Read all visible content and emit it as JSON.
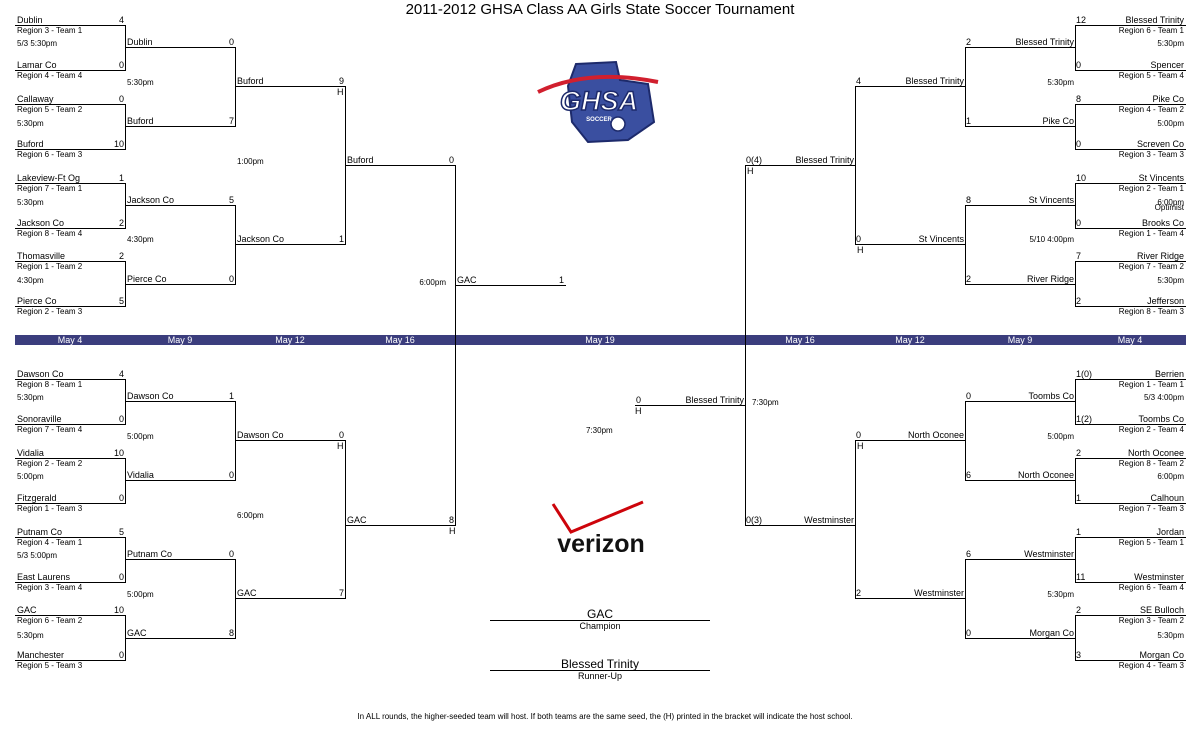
{
  "title": "2011-2012 GHSA Class AA Girls State Soccer Tournament",
  "dates": {
    "left": [
      "May 4",
      "May 9",
      "May 12",
      "May 16"
    ],
    "center": "May 19",
    "right": [
      "May 16",
      "May 12",
      "May 9",
      "May 4"
    ]
  },
  "logos": {
    "ghsa": "GHSA",
    "ghsa_sub": "SOCCER",
    "verizon": "verizon"
  },
  "results": {
    "champion": "GAC",
    "champion_label": "Champion",
    "runner_up": "Blessed Trinity",
    "runner_up_label": "Runner-Up"
  },
  "footer": "In ALL rounds, the higher-seeded team will host.  If both teams are the same seed, the (H) printed in the bracket will indicate the host school.",
  "host_mark": "H",
  "top_left": {
    "r1": [
      {
        "team": "Dublin",
        "seed": "Region 3 - Team 1",
        "score": "4"
      },
      {
        "team": "Lamar Co",
        "seed": "Region 4 - Team 4",
        "score": "0"
      },
      {
        "team": "Callaway",
        "seed": "Region 5 - Team 2",
        "score": "0"
      },
      {
        "team": "Buford",
        "seed": "Region 6 - Team 3",
        "score": "10"
      },
      {
        "team": "Lakeview-Ft Og",
        "seed": "Region 7 - Team 1",
        "score": "1"
      },
      {
        "team": "Jackson Co",
        "seed": "Region 8 - Team 4",
        "score": "2"
      },
      {
        "team": "Thomasville",
        "seed": "Region 1 - Team 2",
        "score": "2"
      },
      {
        "team": "Pierce Co",
        "seed": "Region 2 - Team 3",
        "score": "5"
      }
    ],
    "r1_times": [
      "5/3 5:30pm",
      "5:30pm",
      "5:30pm",
      "4:30pm"
    ],
    "r2": [
      {
        "team": "Dublin",
        "score": "0"
      },
      {
        "team": "Buford",
        "score": "7"
      },
      {
        "team": "Jackson Co",
        "score": "5"
      },
      {
        "team": "Pierce Co",
        "score": "0"
      }
    ],
    "r2_times": [
      "5:30pm",
      "4:30pm"
    ],
    "r3": [
      {
        "team": "Buford",
        "score": "9"
      },
      {
        "team": "Jackson Co",
        "score": "1"
      }
    ],
    "r3_time": "1:00pm",
    "r4": {
      "team": "Buford",
      "score": "0"
    }
  },
  "bottom_left": {
    "r1": [
      {
        "team": "Dawson Co",
        "seed": "Region 8 - Team 1",
        "score": "4"
      },
      {
        "team": "Sonoraville",
        "seed": "Region 7 - Team 4",
        "score": "0"
      },
      {
        "team": "Vidalia",
        "seed": "Region 2 - Team 2",
        "score": "10"
      },
      {
        "team": "Fitzgerald",
        "seed": "Region 1 - Team 3",
        "score": "0"
      },
      {
        "team": "Putnam Co",
        "seed": "Region 4 - Team 1",
        "score": "5"
      },
      {
        "team": "East Laurens",
        "seed": "Region 3 - Team 4",
        "score": "0"
      },
      {
        "team": "GAC",
        "seed": "Region 6 - Team 2",
        "score": "10"
      },
      {
        "team": "Manchester",
        "seed": "Region 5 - Team 3",
        "score": "0"
      }
    ],
    "r1_times": [
      "5:30pm",
      "5:00pm",
      "5/3 5:00pm",
      "5:30pm"
    ],
    "r2": [
      {
        "team": "Dawson Co",
        "score": "1"
      },
      {
        "team": "Vidalia",
        "score": "0"
      },
      {
        "team": "Putnam Co",
        "score": "0"
      },
      {
        "team": "GAC",
        "score": "8"
      }
    ],
    "r2_times": [
      "5:00pm",
      "5:00pm"
    ],
    "r3": [
      {
        "team": "Dawson Co",
        "score": "0"
      },
      {
        "team": "GAC",
        "score": "7"
      }
    ],
    "r3_time": "6:00pm",
    "r4": {
      "team": "GAC",
      "score": "8"
    }
  },
  "top_right": {
    "r1": [
      {
        "team": "Blessed Trinity",
        "seed": "Region 6 - Team 1",
        "score": "12"
      },
      {
        "team": "Spencer",
        "seed": "Region 5 - Team 4",
        "score": "0"
      },
      {
        "team": "Pike Co",
        "seed": "Region 4 - Team 2",
        "score": "8"
      },
      {
        "team": "Screven Co",
        "seed": "Region 3 - Team 3",
        "score": "0"
      },
      {
        "team": "St Vincents",
        "seed": "Region 2 - Team 1",
        "score": "10"
      },
      {
        "team": "Brooks Co",
        "seed": "Region 1 - Team 4",
        "score": "0"
      },
      {
        "team": "River Ridge",
        "seed": "Region 7 - Team 2",
        "score": "7"
      },
      {
        "team": "Jefferson",
        "seed": "Region 8 - Team 3",
        "score": "2"
      }
    ],
    "r1_times": [
      "5:30pm",
      "5:00pm",
      "6:00pm",
      "5:30pm"
    ],
    "optimist": "Optimist",
    "r2": [
      {
        "team": "Blessed Trinity",
        "score": "2"
      },
      {
        "team": "Pike Co",
        "score": "1"
      },
      {
        "team": "St Vincents",
        "score": "8"
      },
      {
        "team": "River Ridge",
        "score": "2"
      }
    ],
    "r2_times": [
      "5:30pm",
      "5/10 4:00pm"
    ],
    "r3": [
      {
        "team": "Blessed Trinity",
        "score": "4"
      },
      {
        "team": "St Vincents",
        "score": "0"
      }
    ],
    "r4": {
      "team": "Blessed Trinity",
      "score": "0(4)"
    }
  },
  "bottom_right": {
    "r1": [
      {
        "team": "Berrien",
        "seed": "Region 1 - Team 1",
        "score": "1(0)"
      },
      {
        "team": "Toombs Co",
        "seed": "Region 2 - Team 4",
        "score": "1(2)"
      },
      {
        "team": "North Oconee",
        "seed": "Region 8 - Team 2",
        "score": "2"
      },
      {
        "team": "Calhoun",
        "seed": "Region 7 - Team 3",
        "score": "1"
      },
      {
        "team": "Jordan",
        "seed": "Region 5 - Team 1",
        "score": "1"
      },
      {
        "team": "Westminster",
        "seed": "Region 6 - Team 4",
        "score": "11"
      },
      {
        "team": "SE Bulloch",
        "seed": "Region 3 - Team 2",
        "score": "2"
      },
      {
        "team": "Morgan Co",
        "seed": "Region 4 - Team 3",
        "score": "3"
      }
    ],
    "r1_times": [
      "5/3 4:00pm",
      "6:00pm",
      "",
      "5:30pm"
    ],
    "r2": [
      {
        "team": "Toombs Co",
        "score": "0"
      },
      {
        "team": "North Oconee",
        "score": "6"
      },
      {
        "team": "Westminster",
        "score": "6"
      },
      {
        "team": "Morgan Co",
        "score": "0"
      }
    ],
    "r2_times": [
      "5:00pm",
      "5:30pm"
    ],
    "r3": [
      {
        "team": "North Oconee",
        "score": "0"
      },
      {
        "team": "Westminster",
        "score": "2"
      }
    ],
    "r3_time": "7:30pm",
    "r4": {
      "team": "Westminster",
      "score": "0(3)"
    }
  },
  "semis": {
    "left_time": "6:00pm",
    "left_winner": {
      "team": "GAC",
      "score": "1"
    },
    "right_time": "7:30pm",
    "right_winner": {
      "team": "Blessed Trinity",
      "score": "0"
    }
  }
}
